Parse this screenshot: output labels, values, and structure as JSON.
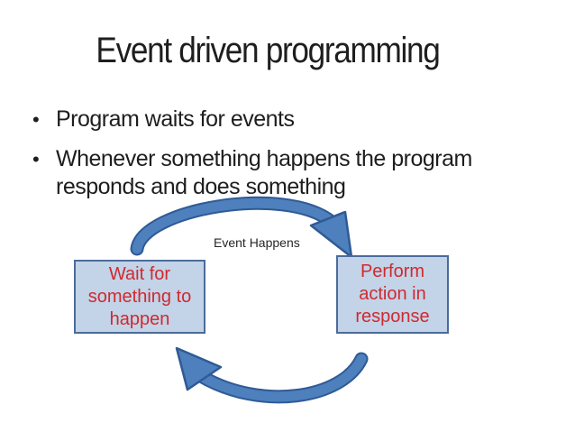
{
  "colors": {
    "text": "#1e1e1e",
    "box-fill": "#c3d3e8",
    "box-border": "#4c6b9b",
    "box-text": "#cf2a2e",
    "arrow-fill": "#4d80bc",
    "arrow-outline": "#2f5a95"
  },
  "slide": {
    "title": "Event driven programming",
    "bullet_glyph": "•",
    "bullets": [
      "Program waits for events",
      [
        "Whenever something happens the program",
        "responds and does something"
      ]
    ],
    "diagram": {
      "arrow_label": "Event Happens",
      "left_box_lines": [
        "Wait for",
        "something to",
        "happen"
      ],
      "right_box_lines": [
        "Perform",
        "action in",
        "response"
      ]
    }
  }
}
